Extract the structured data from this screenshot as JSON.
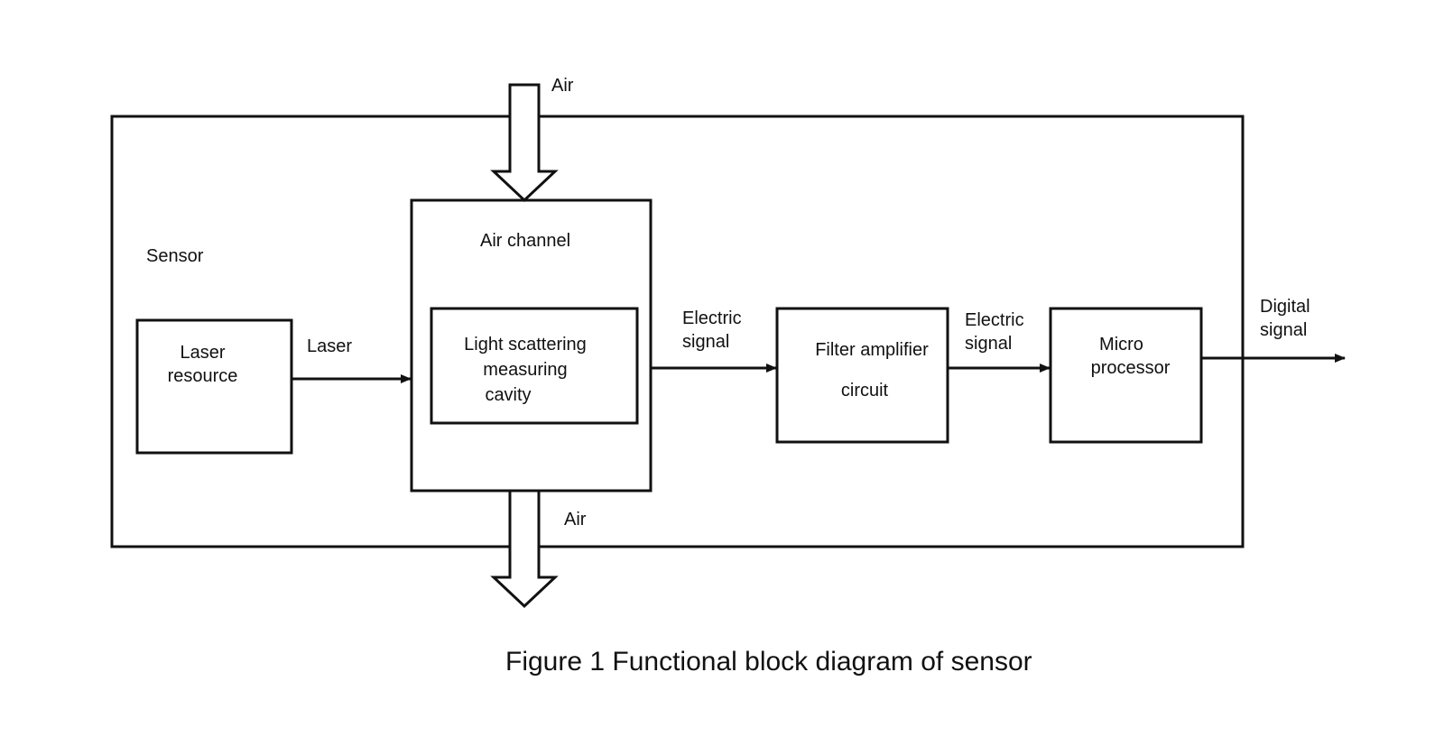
{
  "labels": {
    "air_in": "Air",
    "air_out": "Air",
    "sensor": "Sensor",
    "air_channel": "Air channel",
    "laser_arrow": "Laser",
    "electric_signal_1": [
      "Electric",
      "signal"
    ],
    "electric_signal_2": [
      "Electric",
      "signal"
    ],
    "digital_signal": [
      "Digital",
      "signal"
    ]
  },
  "blocks": {
    "laser_resource": [
      "Laser",
      "resource"
    ],
    "light_scattering_cavity": [
      "Light scattering",
      "measuring",
      "cavity"
    ],
    "filter_amplifier": [
      "Filter amplifier",
      "circuit"
    ],
    "micro_processor": [
      "Micro",
      "processor"
    ]
  },
  "caption": "Figure 1 Functional block diagram of sensor"
}
